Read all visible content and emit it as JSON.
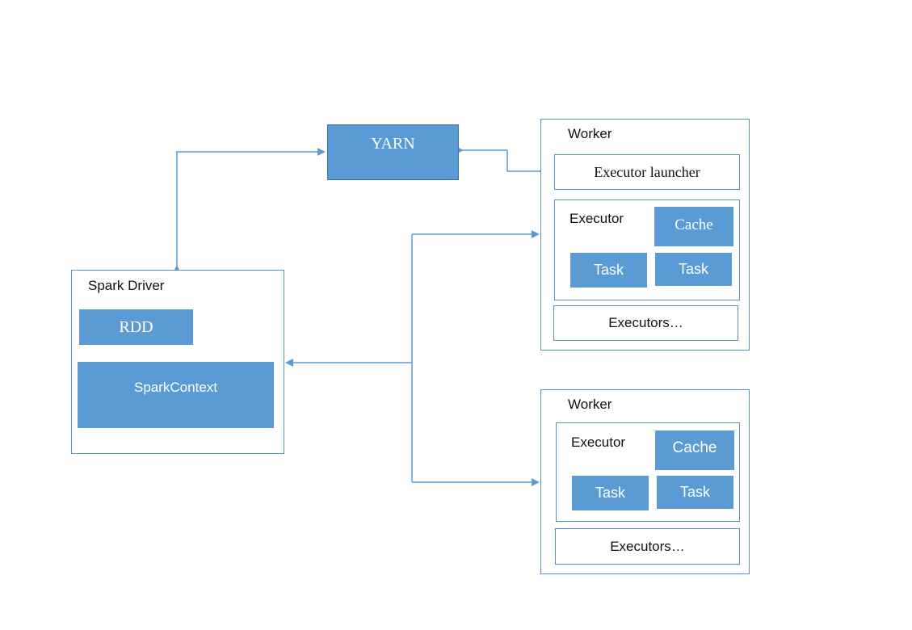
{
  "diagram": {
    "yarn": {
      "label": "YARN"
    },
    "driver": {
      "title": "Spark Driver",
      "rdd": "RDD",
      "spark_context": "SparkContext"
    },
    "worker1": {
      "title": "Worker",
      "executor_launcher": "Executor launcher",
      "executor": {
        "label": "Executor",
        "cache": "Cache",
        "task1": "Task",
        "task2": "Task"
      },
      "executors_more": "Executors…"
    },
    "worker2": {
      "title": "Worker",
      "executor": {
        "label": "Executor",
        "cache": "Cache",
        "task1": "Task",
        "task2": "Task"
      },
      "executors_more": "Executors…"
    },
    "colors": {
      "box_fill": "#5b9bd5",
      "border": "#5b8fc4",
      "arrow": "#5b9bd5"
    }
  }
}
